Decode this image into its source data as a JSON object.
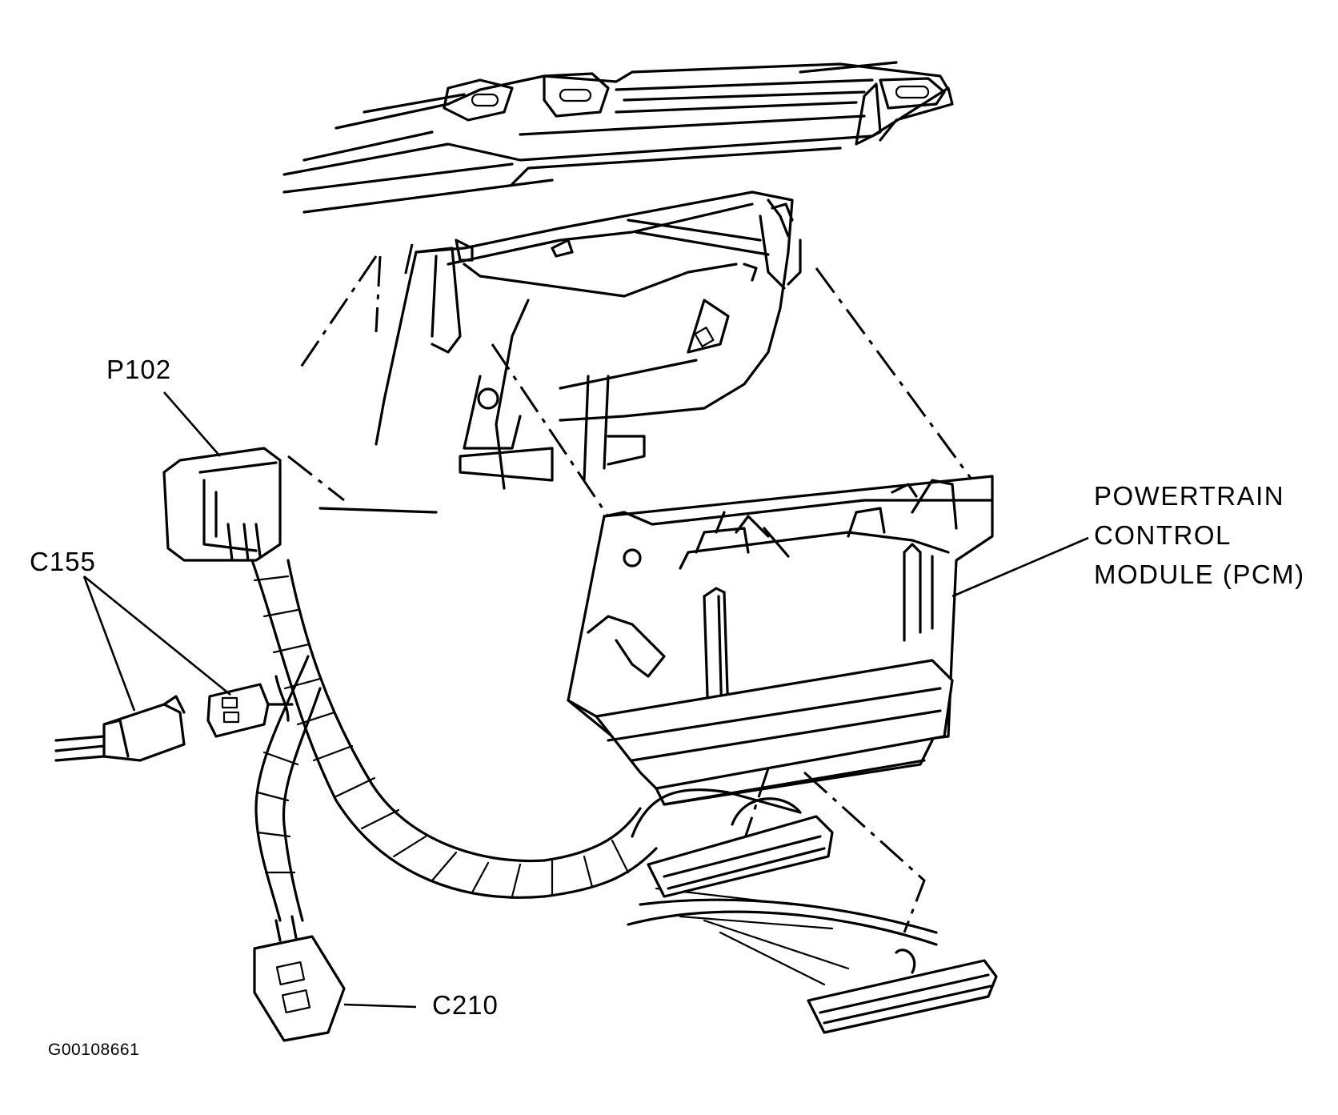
{
  "figure": {
    "figure_id": "G00108661",
    "labels": {
      "p102": "P102",
      "c155": "C155",
      "c210": "C210",
      "pcm_line1": "POWERTRAIN",
      "pcm_line2": "CONTROL",
      "pcm_line3": "MODULE (PCM)"
    },
    "icons": [
      "dashboard-panel-icon",
      "pcm-bracket-icon",
      "pcm-module-icon",
      "wire-harness-icon",
      "connector-icon"
    ]
  }
}
